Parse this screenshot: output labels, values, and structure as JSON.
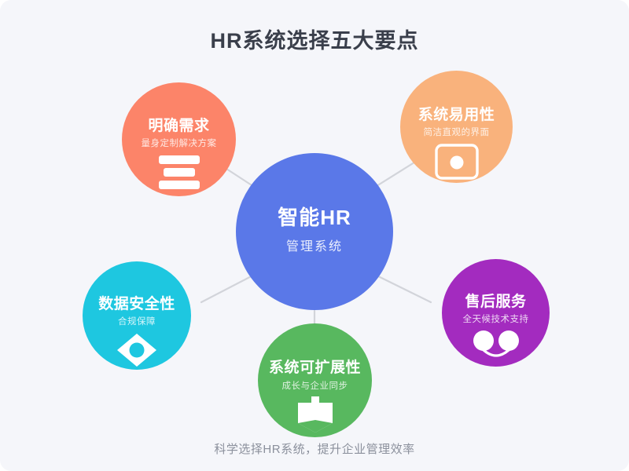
{
  "title": "HR系统选择五大要点",
  "caption": "科学选择HR系统，提升企业管理效率",
  "background_color": "#f5f6fa",
  "connector_color": "#d2d4da",
  "hub": {
    "title": "智能HR",
    "subtitle": "管理系统",
    "color": "#5a78e8",
    "icon": "none"
  },
  "nodes": [
    {
      "id": "need",
      "title": "明确需求",
      "subtitle": "量身定制解决方案",
      "color": "#fc8469",
      "icon": "list-lines-icon",
      "position": "top-left"
    },
    {
      "id": "ease",
      "title": "系统易用性",
      "subtitle": "简洁直观的界面",
      "color": "#f9b27c",
      "icon": "monitor-icon",
      "position": "top-right"
    },
    {
      "id": "security",
      "title": "数据安全性",
      "subtitle": "合规保障",
      "color": "#1ec7e0",
      "icon": "eye-diamond-icon",
      "position": "left"
    },
    {
      "id": "scalability",
      "title": "系统可扩展性",
      "subtitle": "成长与企业同步",
      "color": "#58b85f",
      "icon": "down-arrow-book-icon",
      "position": "bottom"
    },
    {
      "id": "support",
      "title": "售后服务",
      "subtitle": "全天候技术支持",
      "color": "#a32bbf",
      "icon": "headset-icon",
      "position": "right"
    }
  ],
  "chart_data": {
    "type": "diagram",
    "layout": "hub-and-spoke",
    "title": "HR系统选择五大要点",
    "center": {
      "label": "智能HR",
      "sublabel": "管理系统"
    },
    "spokes": [
      {
        "label": "明确需求",
        "sublabel": "量身定制解决方案",
        "color": "#fc8469"
      },
      {
        "label": "系统易用性",
        "sublabel": "简洁直观的界面",
        "color": "#f9b27c"
      },
      {
        "label": "数据安全性",
        "sublabel": "合规保障",
        "color": "#1ec7e0"
      },
      {
        "label": "系统可扩展性",
        "sublabel": "成长与企业同步",
        "color": "#58b85f"
      },
      {
        "label": "售后服务",
        "sublabel": "全天候技术支持",
        "color": "#a32bbf"
      }
    ],
    "annotation": "科学选择HR系统，提升企业管理效率"
  }
}
